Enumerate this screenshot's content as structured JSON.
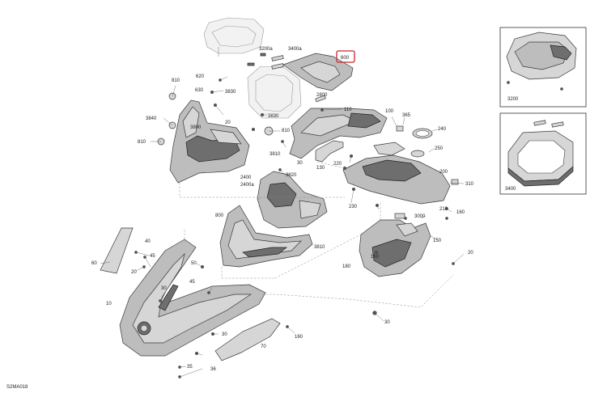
{
  "diagram": {
    "code": "S2MA018",
    "highlighted_callout": "600",
    "callouts": [
      {
        "id": "c3200a",
        "text": "3200a"
      },
      {
        "id": "c3400a",
        "text": "3400a"
      },
      {
        "id": "c600",
        "text": "600"
      },
      {
        "id": "c620",
        "text": "620"
      },
      {
        "id": "c810a",
        "text": "810"
      },
      {
        "id": "c630",
        "text": "630"
      },
      {
        "id": "c3830a",
        "text": "3830"
      },
      {
        "id": "c2800",
        "text": "2800"
      },
      {
        "id": "c110",
        "text": "110"
      },
      {
        "id": "c100",
        "text": "100"
      },
      {
        "id": "c365",
        "text": "365"
      },
      {
        "id": "c3840",
        "text": "3840"
      },
      {
        "id": "c3830b",
        "text": "3830"
      },
      {
        "id": "c20a",
        "text": "20"
      },
      {
        "id": "c810b",
        "text": "810"
      },
      {
        "id": "c240",
        "text": "240"
      },
      {
        "id": "c3800",
        "text": "3800"
      },
      {
        "id": "c810c",
        "text": "810"
      },
      {
        "id": "c250",
        "text": "250"
      },
      {
        "id": "c3810a",
        "text": "3810"
      },
      {
        "id": "c220",
        "text": "220"
      },
      {
        "id": "c30a",
        "text": "30"
      },
      {
        "id": "c130",
        "text": "130"
      },
      {
        "id": "c3820",
        "text": "3820"
      },
      {
        "id": "c200",
        "text": "200"
      },
      {
        "id": "c2400",
        "text": "2400"
      },
      {
        "id": "c2400a",
        "text": "2400a"
      },
      {
        "id": "c310",
        "text": "310"
      },
      {
        "id": "c230",
        "text": "230"
      },
      {
        "id": "c210",
        "text": "210"
      },
      {
        "id": "c800",
        "text": "800"
      },
      {
        "id": "c3000",
        "text": "3000"
      },
      {
        "id": "c160a",
        "text": "160"
      },
      {
        "id": "c40",
        "text": "40"
      },
      {
        "id": "c3810b",
        "text": "3810"
      },
      {
        "id": "c150",
        "text": "150"
      },
      {
        "id": "c60",
        "text": "60"
      },
      {
        "id": "c45a",
        "text": "45"
      },
      {
        "id": "c20b",
        "text": "20"
      },
      {
        "id": "c50",
        "text": "50"
      },
      {
        "id": "c160b",
        "text": "160"
      },
      {
        "id": "c20c",
        "text": "20"
      },
      {
        "id": "c180",
        "text": "180"
      },
      {
        "id": "c30b",
        "text": "30"
      },
      {
        "id": "c45b",
        "text": "45"
      },
      {
        "id": "c10",
        "text": "10"
      },
      {
        "id": "c30c",
        "text": "30"
      },
      {
        "id": "c160c",
        "text": "160"
      },
      {
        "id": "c30d",
        "text": "30"
      },
      {
        "id": "c70",
        "text": "70"
      },
      {
        "id": "c35",
        "text": "35"
      },
      {
        "id": "c36",
        "text": "36"
      },
      {
        "id": "c3200",
        "text": "3200"
      },
      {
        "id": "c3400",
        "text": "3400"
      }
    ]
  }
}
